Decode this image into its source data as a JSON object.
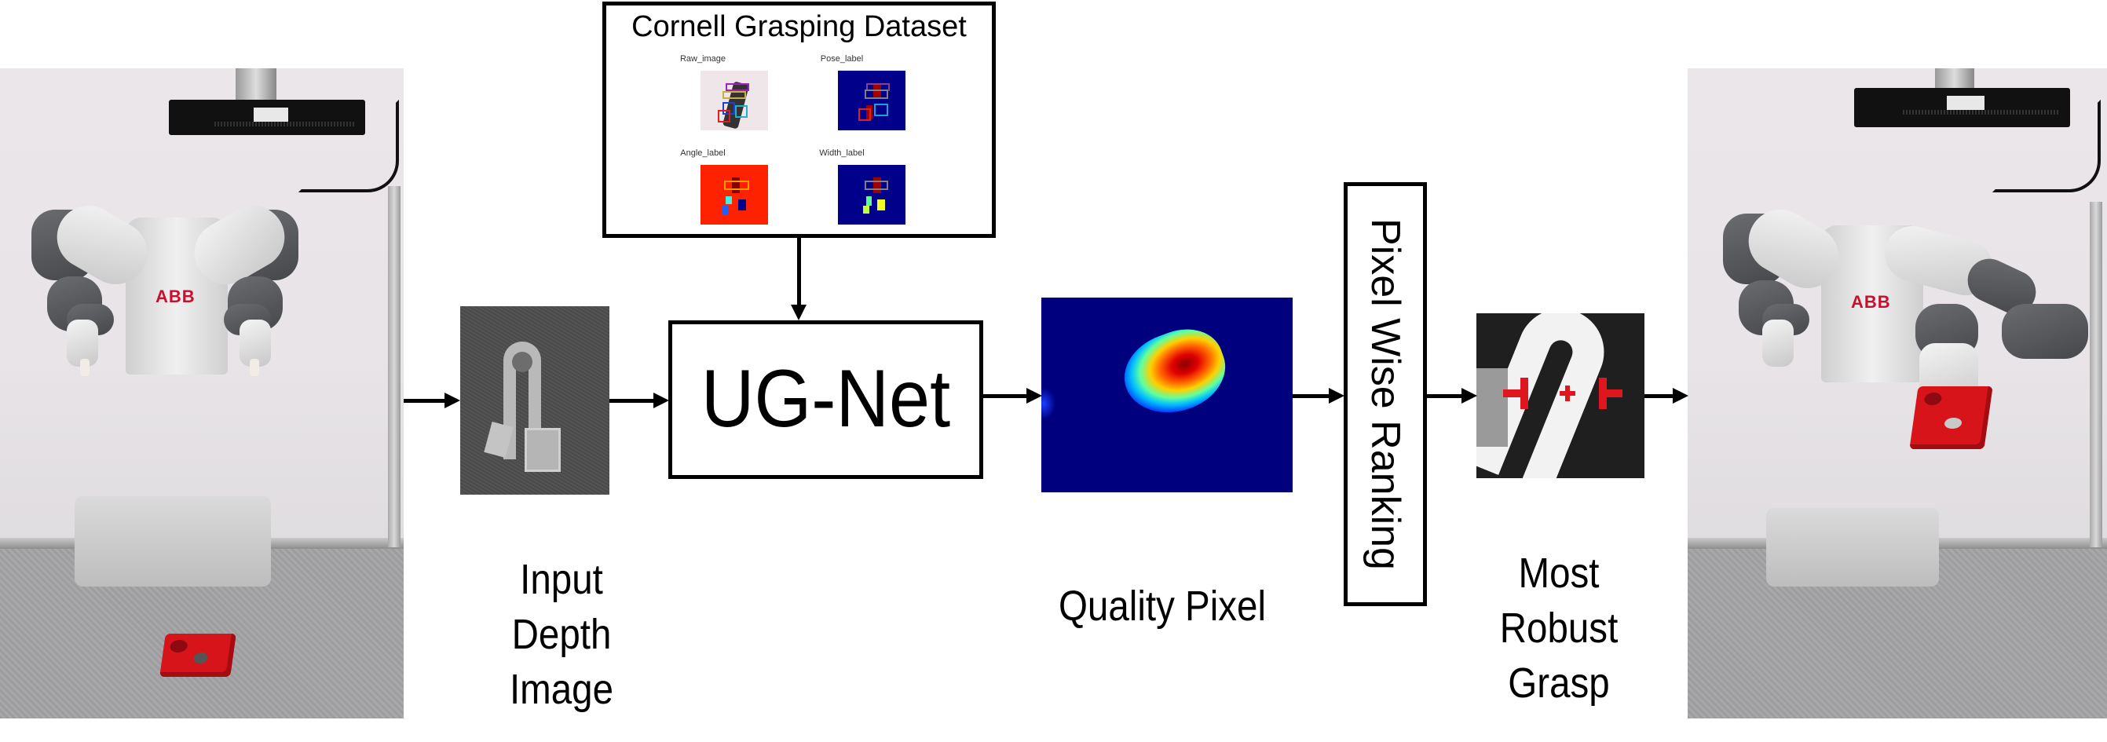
{
  "diagram": {
    "dataset_box": {
      "title": "Cornell Grasping Dataset",
      "thumbnails": [
        {
          "label": "Raw_image",
          "background": "#efe6ea"
        },
        {
          "label": "Pose_label",
          "background": "#00008a"
        },
        {
          "label": "Angle_label",
          "background": "#ff2200"
        },
        {
          "label": "Width_label",
          "background": "#00008a"
        }
      ]
    },
    "network_box": {
      "label": "UG-Net"
    },
    "ranking_box": {
      "label": "Pixel Wise Ranking"
    },
    "stages": [
      {
        "id": "input_robot_scene",
        "caption": ""
      },
      {
        "id": "input_depth_image",
        "caption": "Input Depth Image",
        "caption_lines": [
          "Input",
          "Depth",
          "Image"
        ]
      },
      {
        "id": "quality_map",
        "caption": "Quality Pixel"
      },
      {
        "id": "grasp_output",
        "caption": "Most Robust Grasp",
        "caption_lines": [
          "Most",
          "Robust",
          "Grasp"
        ]
      },
      {
        "id": "execution_robot_scene",
        "caption": ""
      }
    ],
    "robot_logo": "ABB",
    "colors": {
      "arrow": "#000000",
      "heatmap_bg": "#00007f",
      "grasp_marker": "#e0161e",
      "object": "#d7141a"
    },
    "flow": [
      "input_robot_scene -> input_depth_image",
      "input_depth_image -> UG-Net",
      "Cornell Grasping Dataset -> UG-Net",
      "UG-Net -> quality_map",
      "quality_map -> Pixel Wise Ranking",
      "Pixel Wise Ranking -> grasp_output",
      "grasp_output -> execution_robot_scene"
    ]
  }
}
